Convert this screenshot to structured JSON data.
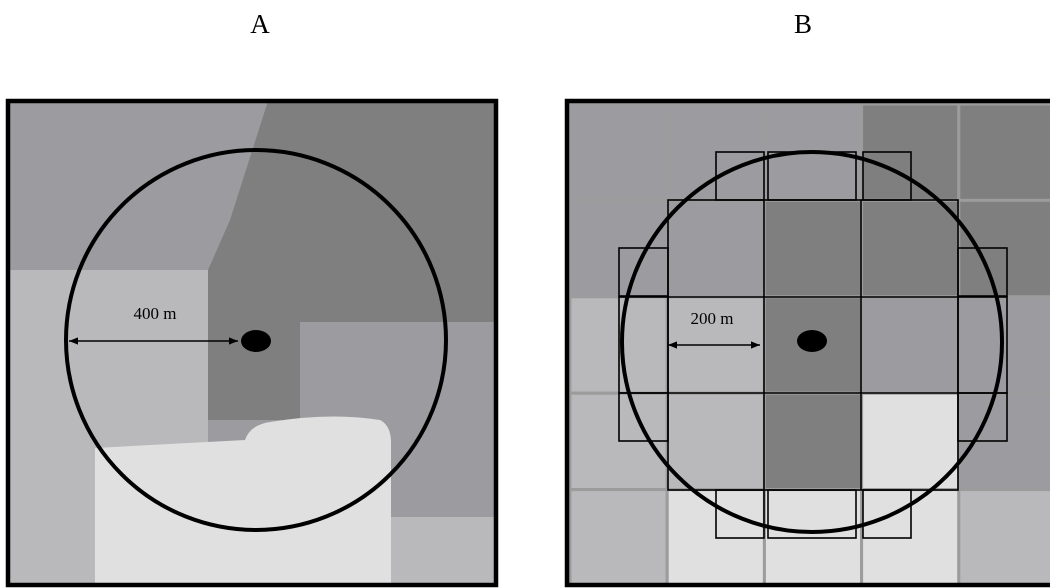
{
  "panels": {
    "a": {
      "title": "A",
      "distance_label": "400 m"
    },
    "b": {
      "title": "B",
      "distance_label": "200 m"
    }
  },
  "colors": {
    "light_gray": "#b9b9bb",
    "mid_gray": "#9c9b9f",
    "dark_gray": "#7f7f7f",
    "pale": "#e0e0e0",
    "grid_line": "#9c9c9c",
    "outline": "#000000"
  },
  "grid_b": {
    "rows": 5,
    "cols": 5,
    "cells": [
      [
        "mid",
        "mid",
        "mid",
        "dark",
        "dark"
      ],
      [
        "mid",
        "mid",
        "dark",
        "dark",
        "dark"
      ],
      [
        "light",
        "light",
        "dark",
        "mid",
        "mid"
      ],
      [
        "light",
        "light",
        "dark",
        "pale",
        "mid"
      ],
      [
        "light",
        "pale",
        "pale",
        "pale",
        "light"
      ]
    ]
  }
}
